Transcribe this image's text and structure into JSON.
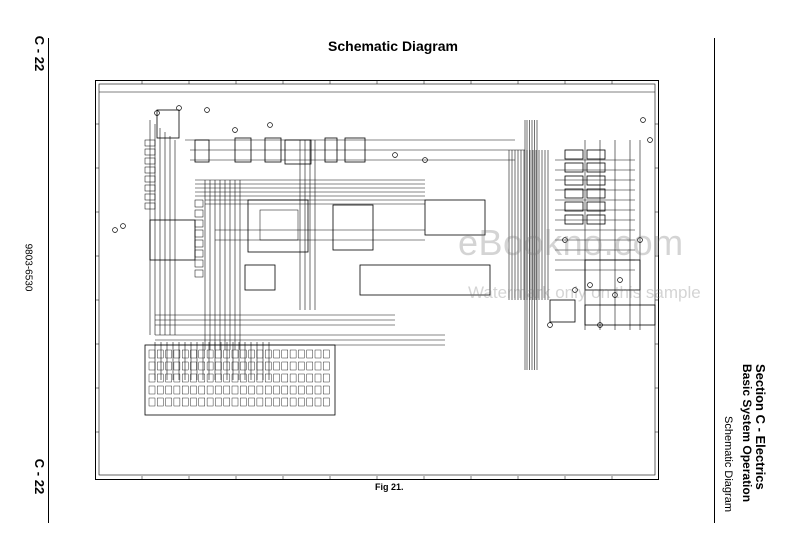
{
  "page": {
    "title": "Schematic Diagram",
    "page_number": "C - 22",
    "doc_code": "9803-6530",
    "caption": "Fig 21."
  },
  "section": {
    "line1": "Section C - Electrics",
    "line2": "Basic System Operation",
    "line3": "Schematic Diagram"
  },
  "watermark": {
    "line1": "eBookno.com",
    "line2": "Watermark only on this sample"
  },
  "colors": {
    "ink": "#000000",
    "watermark": "#808080"
  }
}
